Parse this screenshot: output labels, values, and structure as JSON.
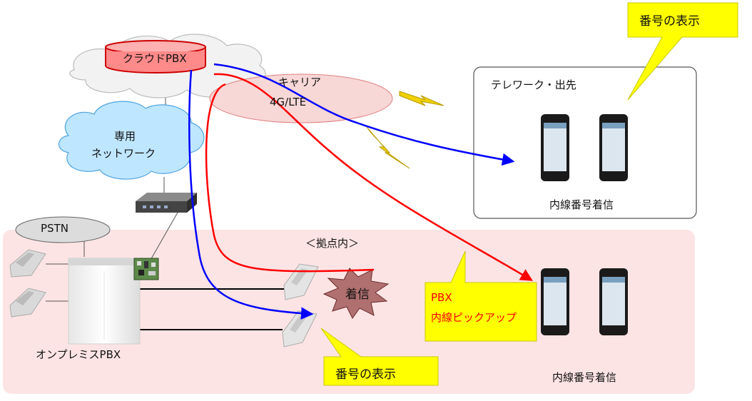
{
  "nodes": {
    "cloud_pbx": "クラウドPBX",
    "carrier_line1": "キャリア",
    "carrier_line2": "4G/LTE",
    "private_net_line1": "専用",
    "private_net_line2": "ネットワーク",
    "pstn": "PSTN",
    "onprem_pbx": "オンプレミスPBX",
    "site": "＜拠点内＞",
    "telework": "テレワーク・出先"
  },
  "labels": {
    "incoming": "着信",
    "ext_incoming_remote": "内線番号着信",
    "ext_incoming_site": "内線番号着信",
    "pickup_line1": "PBX",
    "pickup_line2": "内線ピックアップ"
  },
  "callouts": {
    "number_display_top": "番号の表示",
    "number_display_bottom": "番号の表示"
  },
  "colors": {
    "red_route": "#ff0000",
    "blue_route": "#0000ff",
    "callout_fill": "#ffff00",
    "site_fill": "#fde4e4",
    "cloud_fill": "#e8f7ff",
    "carrier_fill": "#f8d7d7",
    "pickup_text": "#ff0000"
  }
}
